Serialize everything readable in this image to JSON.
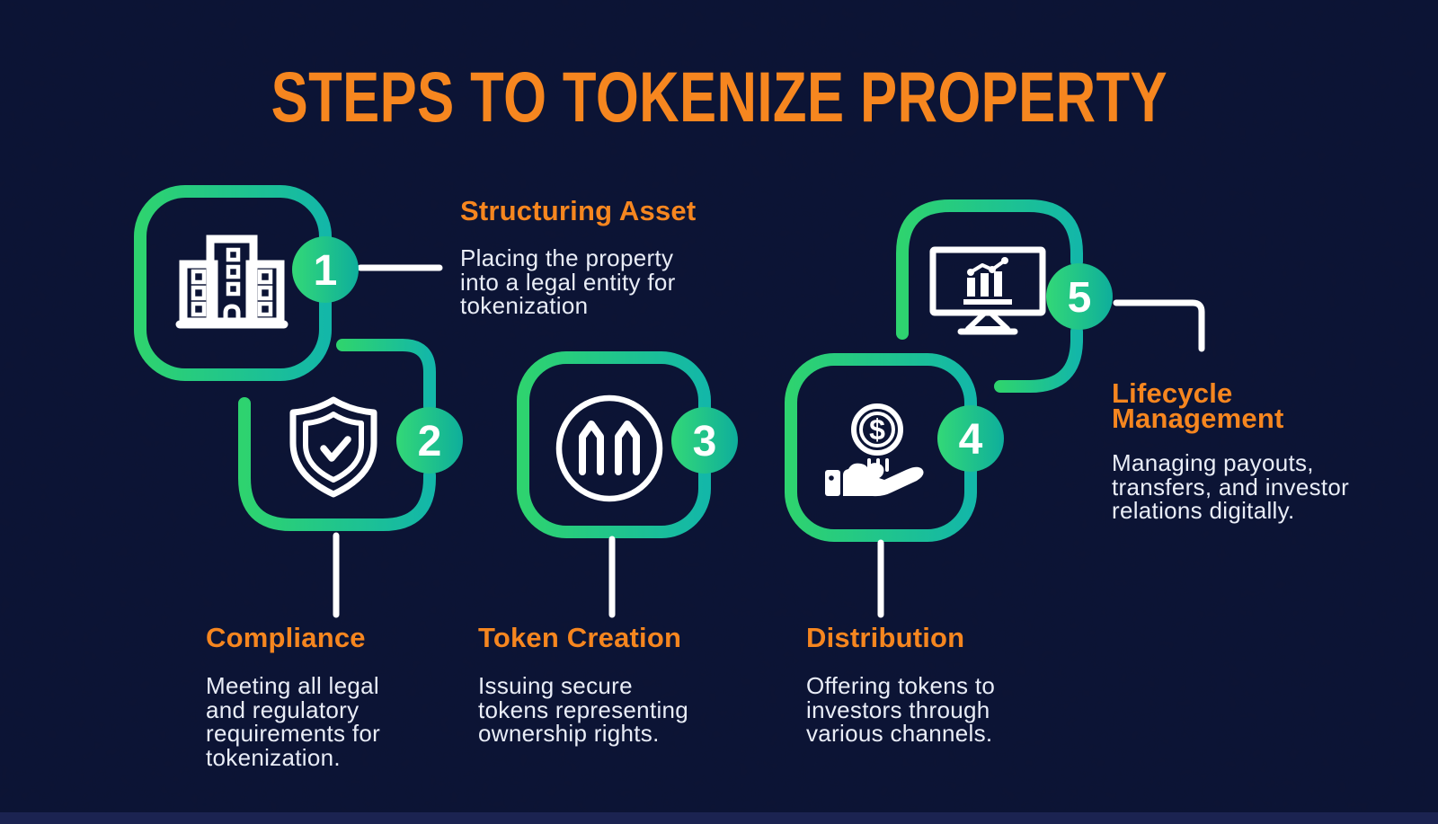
{
  "title": "STEPS TO TOKENIZE PROPERTY",
  "palette": {
    "background": "#0E1434",
    "accent_orange": "#F6861F",
    "green": "#2ED36F",
    "teal": "#13B7A8",
    "circle_green": "#33D877",
    "circle_teal": "#0EAE9C",
    "white": "#FFFFFF",
    "body_text": "#E9EDF7",
    "bottom_band": "#1B2351"
  },
  "coin_symbol": "$",
  "steps": [
    {
      "number": "1",
      "heading": "Structuring Asset",
      "body": "Placing the property\ninto a legal entity for\ntokenization",
      "icon": "building-icon"
    },
    {
      "number": "2",
      "heading": "Compliance",
      "body": "Meeting all legal\nand regulatory\nrequirements for\ntokenization.",
      "icon": "shield-check-icon"
    },
    {
      "number": "3",
      "heading": "Token Creation",
      "body": "Issuing secure\ntokens representing\nownership rights.",
      "icon": "maker-token-icon"
    },
    {
      "number": "4",
      "heading": "Distribution",
      "body": "Offering tokens to\ninvestors through\nvarious channels.",
      "icon": "hand-coin-icon"
    },
    {
      "number": "5",
      "heading": "Lifecycle\nManagement",
      "body": "Managing payouts,\ntransfers, and investor\nrelations digitally.",
      "icon": "monitor-chart-icon"
    }
  ]
}
